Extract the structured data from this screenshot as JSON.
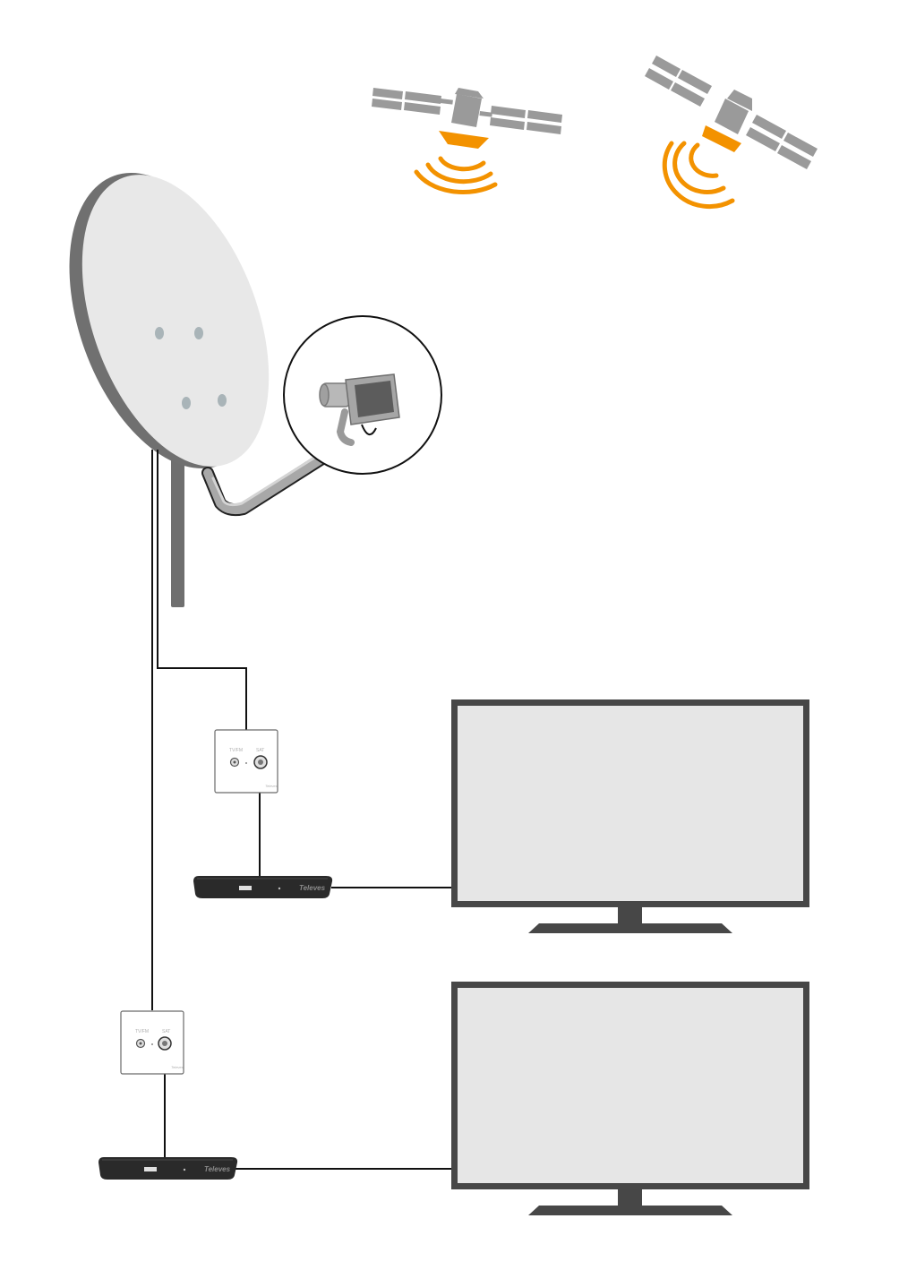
{
  "colors": {
    "cable": "#111111",
    "dish_face": "#e8e8e8",
    "dish_rim": "#707070",
    "mast": "#6f6f6f",
    "arm_fill": "#a8a8a8",
    "satellite_gray": "#9a9a9a",
    "signal_orange": "#f39200",
    "tv_frame": "#474747",
    "tv_screen": "#e6e6e6",
    "stb_body": "#2a2a2a",
    "wall_socket": "#ffffff"
  },
  "icons": {
    "satellite": "satellite-icon",
    "dish": "satellite-dish-icon",
    "lnb": "lnb-icon",
    "wall_socket": "wall-socket-icon",
    "set_top_box": "set-top-box-icon",
    "tv": "tv-icon"
  },
  "wall_socket": {
    "port_left_label": "TV/FM",
    "port_right_label": "SAT",
    "brand": "Televes"
  },
  "set_top_box": {
    "brand": "Televes"
  }
}
